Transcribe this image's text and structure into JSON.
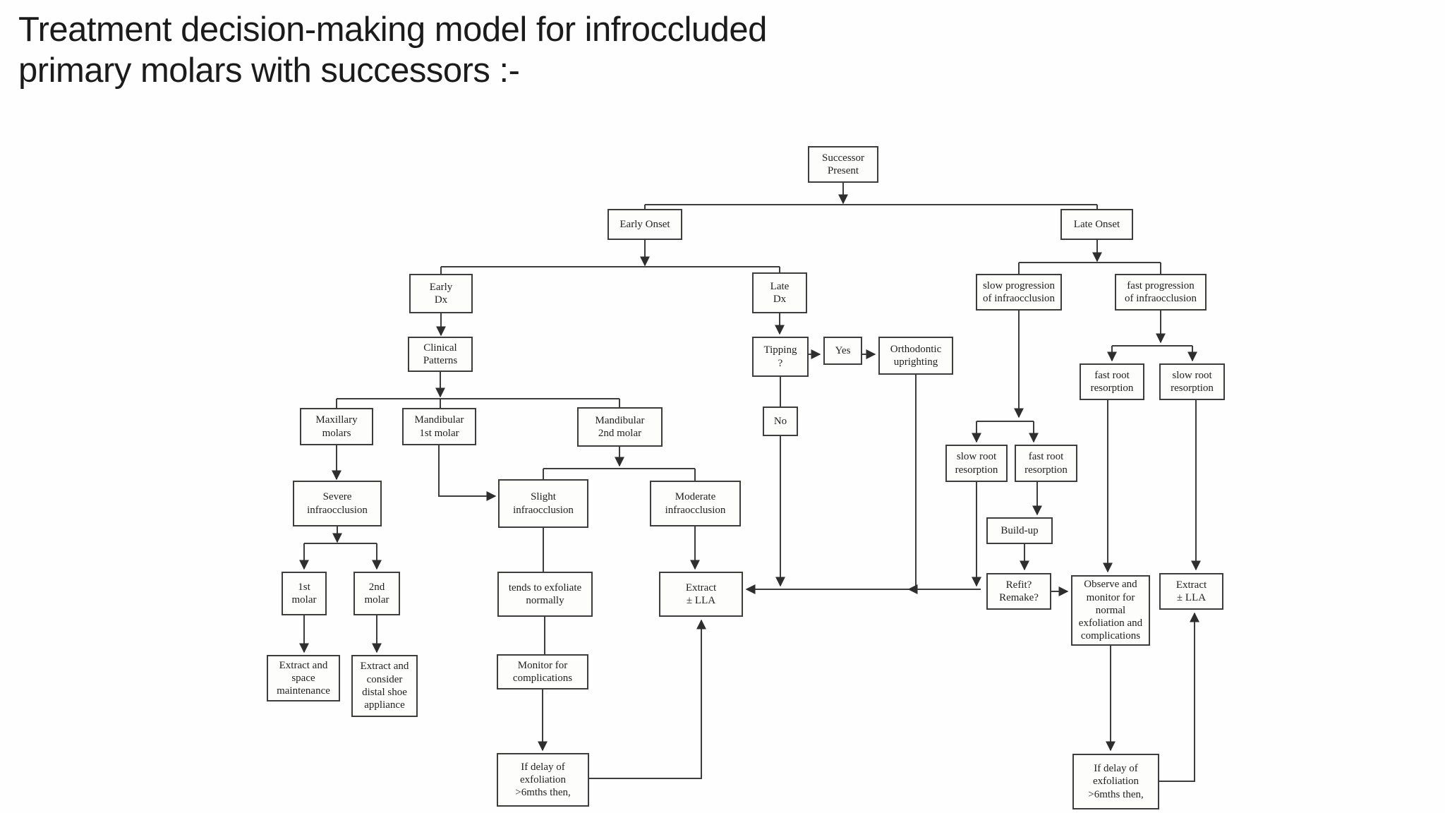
{
  "title": "Treatment decision-making model for infroccluded\nprimary molars with successors :-",
  "colors": {
    "box_border": "#3d3d3d",
    "connector_line": "#3d3d3d",
    "text": "#1f1f1f",
    "background": "#fefefe"
  },
  "nodes": {
    "successor_present": {
      "label": "Successor\nPresent"
    },
    "early_onset": {
      "label": "Early Onset"
    },
    "late_onset": {
      "label": "Late Onset"
    },
    "early_dx": {
      "label": "Early\nDx"
    },
    "late_dx": {
      "label": "Late\nDx"
    },
    "slow_progression": {
      "label": "slow progression\nof infraocclusion"
    },
    "fast_progression": {
      "label": "fast progression\nof infraocclusion"
    },
    "clinical_patterns": {
      "label": "Clinical\nPatterns"
    },
    "tipping": {
      "label": "Tipping\n?"
    },
    "yes": {
      "label": "Yes"
    },
    "orthodontic_uprighting": {
      "label": "Orthodontic\nuprighting"
    },
    "no": {
      "label": "No"
    },
    "fast_root_right": {
      "label": "fast root\nresorption"
    },
    "slow_root_right": {
      "label": "slow root\nresorption"
    },
    "maxillary_molars": {
      "label": "Maxillary\nmolars"
    },
    "mandibular_1st_molar": {
      "label": "Mandibular\n1st molar"
    },
    "mandibular_2nd_molar": {
      "label": "Mandibular\n2nd molar"
    },
    "slow_root_mid": {
      "label": "slow root\nresorption"
    },
    "fast_root_mid": {
      "label": "fast root\nresorption"
    },
    "severe_infraocclusion": {
      "label": "Severe\ninfraocclusion"
    },
    "slight_infraocclusion": {
      "label": "Slight\ninfraocclusion"
    },
    "moderate_infraocclusion": {
      "label": "Moderate\ninfraocclusion"
    },
    "build_up": {
      "label": "Build-up"
    },
    "first_molar": {
      "label": "1st\nmolar"
    },
    "second_molar": {
      "label": "2nd\nmolar"
    },
    "tends_exfoliate": {
      "label": "tends to exfoliate\nnormally"
    },
    "extract_lla_left": {
      "label": "Extract\n± LLA"
    },
    "refit_remake": {
      "label": "Refit?\nRemake?"
    },
    "observe_monitor": {
      "label": "Observe and\nmonitor for\nnormal\nexfoliation and\ncomplications"
    },
    "extract_lla_right": {
      "label": "Extract\n± LLA"
    },
    "extract_space_maintenance": {
      "label": "Extract and\nspace\nmaintenance"
    },
    "extract_distal_shoe": {
      "label": "Extract and\nconsider\ndistal shoe\nappliance"
    },
    "monitor_complications": {
      "label": "Monitor for\ncomplications"
    },
    "delay_exfoliation_left": {
      "label": "If delay of\nexfoliation\n>6mths then,"
    },
    "delay_exfoliation_right": {
      "label": "If delay of\nexfoliation\n>6mths then,"
    }
  }
}
